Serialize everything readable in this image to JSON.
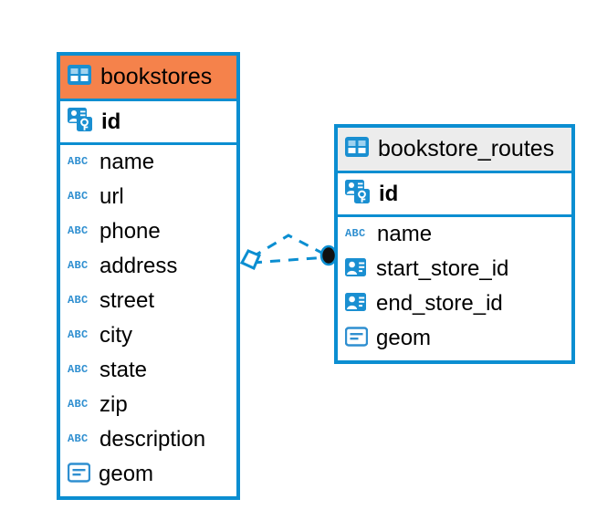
{
  "diagram": {
    "type": "er-diagram",
    "background_color": "#ffffff",
    "accent_color": "#0b8ed1",
    "selected_header_color": "#f5824b",
    "unselected_header_color": "#ececec",
    "text_color": "#000000"
  },
  "entities": [
    {
      "name": "bookstores",
      "selected": true,
      "header_color": "#f5824b",
      "primary_key": {
        "name": "id",
        "icon": "primary-key-icon"
      },
      "fields": [
        {
          "name": "name",
          "icon": "abc-text-icon"
        },
        {
          "name": "url",
          "icon": "abc-text-icon"
        },
        {
          "name": "phone",
          "icon": "abc-text-icon"
        },
        {
          "name": "address",
          "icon": "abc-text-icon"
        },
        {
          "name": "street",
          "icon": "abc-text-icon"
        },
        {
          "name": "city",
          "icon": "abc-text-icon"
        },
        {
          "name": "state",
          "icon": "abc-text-icon"
        },
        {
          "name": "zip",
          "icon": "abc-text-icon"
        },
        {
          "name": "description",
          "icon": "abc-text-icon"
        },
        {
          "name": "geom",
          "icon": "geometry-icon"
        }
      ]
    },
    {
      "name": "bookstore_routes",
      "selected": false,
      "header_color": "#ececec",
      "primary_key": {
        "name": "id",
        "icon": "primary-key-icon"
      },
      "fields": [
        {
          "name": "name",
          "icon": "abc-text-icon"
        },
        {
          "name": "start_store_id",
          "icon": "foreign-key-icon"
        },
        {
          "name": "end_store_id",
          "icon": "foreign-key-icon"
        },
        {
          "name": "geom",
          "icon": "geometry-icon"
        }
      ]
    }
  ],
  "relationship": {
    "from_entity": "bookstores",
    "to_entity": "bookstore_routes",
    "line_style": "dashed",
    "line_color": "#0b8ed1",
    "source_marker": "diamond-marker",
    "target_marker": "filled-circle-marker",
    "target_marker_color": "#111111"
  }
}
